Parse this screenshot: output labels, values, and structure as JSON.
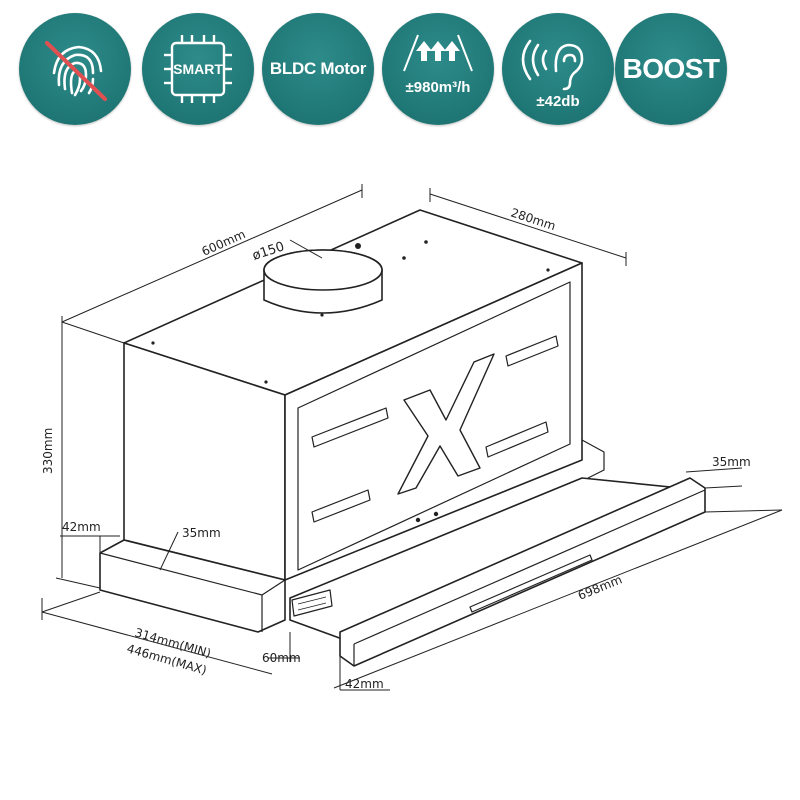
{
  "badges": [
    {
      "icon": "fingerprint-crossed-icon",
      "label": ""
    },
    {
      "icon": "chip-icon",
      "label": "SMART"
    },
    {
      "icon": "",
      "label": "BLDC Motor"
    },
    {
      "icon": "airflow-arrows-icon",
      "label": "±980m³/h"
    },
    {
      "icon": "ear-sound-icon",
      "label": "±42db"
    },
    {
      "icon": "",
      "label": "BOOST"
    }
  ],
  "dimensions": {
    "width": "600mm",
    "depth": "280mm",
    "height": "330mm",
    "duct": "ø150",
    "front_panel": "35mm",
    "base_height": "42mm",
    "base_width": "35mm",
    "min_max_min": "314mm(MIN)",
    "min_max_max": "446mm(MAX)",
    "bottom_side": "60mm",
    "front_height": "42mm",
    "drawer_length": "698mm"
  },
  "colors": {
    "badge": "#1f7775",
    "line": "#222222"
  }
}
